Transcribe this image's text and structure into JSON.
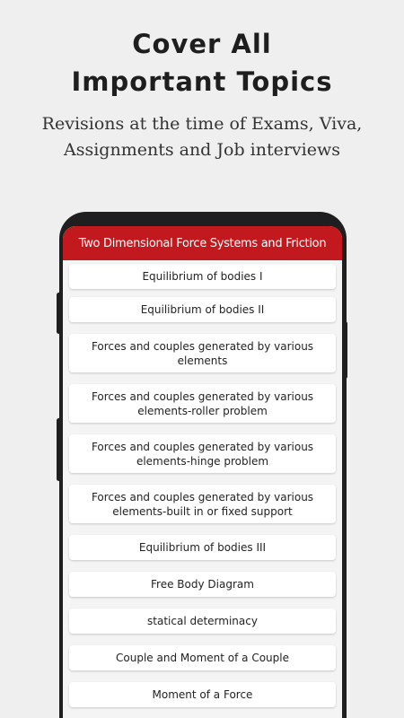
{
  "promo": {
    "title_line1": "Cover All",
    "title_line2": "Important Topics",
    "subtitle_line1": "Revisions at the time of Exams, Viva,",
    "subtitle_line2": "Assignments and Job interviews"
  },
  "app": {
    "header_title": "Two Dimensional Force Systems and Friction",
    "accent_color": "#c1191d"
  },
  "topics": [
    "Equilibrium of bodies I",
    "Equilibrium of bodies II",
    "Forces and couples generated by various elements",
    "Forces and couples generated by various elements-roller problem",
    "Forces and couples generated by various elements-hinge problem",
    "Forces and couples generated by various elements-built in or fixed support",
    "Equilibrium of bodies III",
    "Free Body Diagram",
    "statical determinacy",
    "Couple and Moment of a Couple",
    "Moment of a Force"
  ]
}
